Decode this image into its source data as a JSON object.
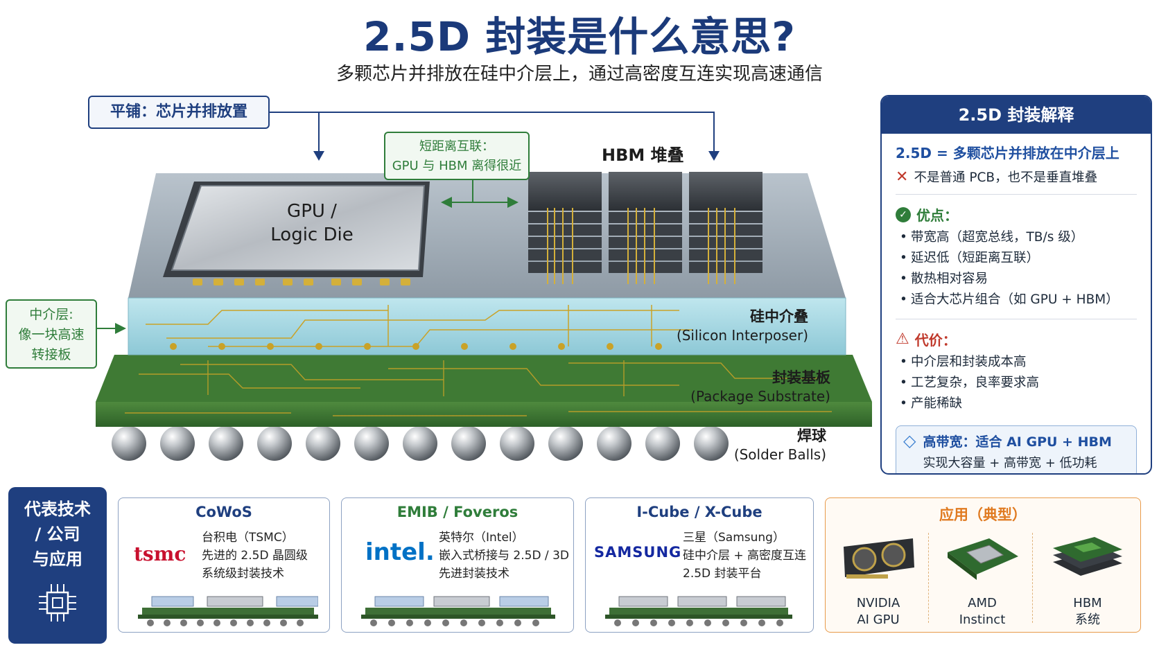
{
  "header": {
    "title": "2.5D 封装是什么意思?",
    "subtitle": "多颗芯片并排放在硅中介层上，通过高密度互连实现高速通信"
  },
  "diagram": {
    "callout_tile": "平铺：芯片并排放置",
    "callout_short_1": "短距离互联：",
    "callout_short_2": "GPU 与 HBM 离得很近",
    "hbm_label": "HBM 堆叠",
    "gpu_label_1": "GPU /",
    "gpu_label_2": "Logic Die",
    "interposer_cn": "硅中介叠",
    "interposer_en": "(Silicon Interposer)",
    "substrate_cn": "封装基板",
    "substrate_en": "(Package Substrate)",
    "balls_cn": "焊球",
    "balls_en": "(Solder Balls)",
    "callout_mid_1": "中介层:",
    "callout_mid_2": "像一块高速",
    "callout_mid_3": "转接板"
  },
  "panel": {
    "title": "2.5D 封装解释",
    "definition": "2.5D = 多颗芯片并排放在中介层上",
    "not_text": "不是普通 PCB，也不是垂直堆叠",
    "pros_title": "优点：",
    "pros": [
      "带宽高（超宽总线，TB/s 级）",
      "延迟低（短距离互联）",
      "散热相对容易",
      "适合大芯片组合（如 GPU + HBM）"
    ],
    "cons_title": "代价：",
    "cons": [
      "中介层和封装成本高",
      "工艺复杂，良率要求高",
      "产能稀缺"
    ],
    "note_1": "高带宽：适合 AI GPU + HBM",
    "note_2": "实现大容量 + 高带宽 + 低功耗"
  },
  "bottom": {
    "heading_1": "代表技术",
    "heading_2": "/ 公司",
    "heading_3": "与应用",
    "cards": [
      {
        "title": "CoWoS",
        "logo": "tsmc",
        "l1": "台积电（TSMC）",
        "l2": "先进的 2.5D 晶圆级",
        "l3": "系统级封装技术"
      },
      {
        "title": "EMIB / Foveros",
        "logo": "intel.",
        "l1": "英特尔（Intel）",
        "l2": "嵌入式桥接与 2.5D / 3D",
        "l3": "先进封装技术"
      },
      {
        "title": "I-Cube / X-Cube",
        "logo": "SAMSUNG",
        "l1": "三星（Samsung）",
        "l2": "硅中介层 + 高密度互连",
        "l3": "2.5D 封装平台"
      }
    ],
    "apps_title": "应用（典型）",
    "apps": [
      {
        "l1": "NVIDIA",
        "l2": "AI GPU"
      },
      {
        "l1": "AMD",
        "l2": "Instinct"
      },
      {
        "l1": "HBM",
        "l2": "系统"
      }
    ]
  },
  "colors": {
    "navy": "#1f3f7f",
    "green": "#2f7d3a",
    "pcb": "#2f6a2f",
    "gold": "#c9a227",
    "orange": "#e07a20"
  }
}
